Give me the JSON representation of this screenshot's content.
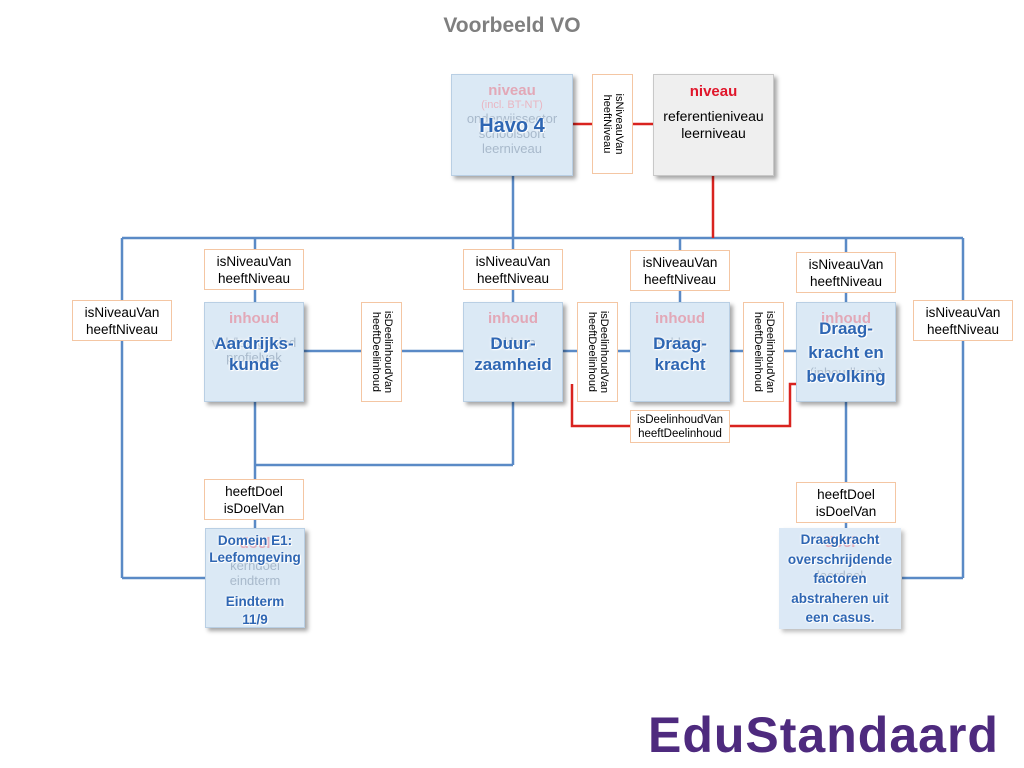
{
  "title": "Voorbeeld VO",
  "logo": "EduStandaard",
  "colors": {
    "line_blue": "#5a8ac6",
    "line_red": "#d9231f",
    "node_fill": "#dbe9f5",
    "label_border": "#f4c6a3",
    "accent_blue": "#2e66b3",
    "logo_purple": "#4e2a7e"
  },
  "nodes": {
    "havo": {
      "ghost_head": "niveau",
      "ghost_sub": "(incl. BT-NT)",
      "ghost_lines": [
        "onderwijssector",
        "schoolsoort",
        "leerniveau"
      ],
      "overlay": "Havo 4"
    },
    "ref": {
      "head": "niveau",
      "lines": [
        "referentieniveau",
        "leerniveau"
      ]
    },
    "aard": {
      "ghost_head": "inhoud",
      "ghost_lines": [
        "vak/leergebied",
        "profielvak"
      ],
      "overlay": [
        "Aardrijks-",
        "kunde"
      ]
    },
    "duur": {
      "ghost_head": "inhoud",
      "ghost_lines": [
        "vakkern"
      ],
      "overlay": [
        "Duur-",
        "zaamheid"
      ]
    },
    "draag": {
      "ghost_head": "inhoud",
      "ghost_lines": [
        "subkern"
      ],
      "overlay": [
        "Draag-",
        "kracht"
      ]
    },
    "dkb": {
      "ghost_head": "inhoud",
      "ghost_lines": [
        "(inhoudkern)"
      ],
      "overlay": [
        "Draag-",
        "kracht en",
        "bevolking"
      ]
    },
    "domein": {
      "ghost_head": "doel",
      "ghost_lines": [
        "kerndoel",
        "eindterm"
      ],
      "overlay1": [
        "Domein E1:",
        "Leefomgeving"
      ],
      "overlay2": [
        "Eindterm",
        "11/9"
      ]
    },
    "dof": {
      "ghost_head": "doel",
      "ghost_lines": [
        "leerdoel"
      ],
      "overlay": [
        "Draagkracht",
        "overschrijdende",
        "factoren",
        "abstraheren uit",
        "een casus."
      ]
    }
  },
  "labels": {
    "niveau_pair": [
      "isNiveauVan",
      "heeftNiveau"
    ],
    "deel_pair": [
      "isDeelinhoudVan",
      "heeftDeelinhoud"
    ],
    "doel_pair": [
      "heeftDoel",
      "isDoelVan"
    ]
  }
}
